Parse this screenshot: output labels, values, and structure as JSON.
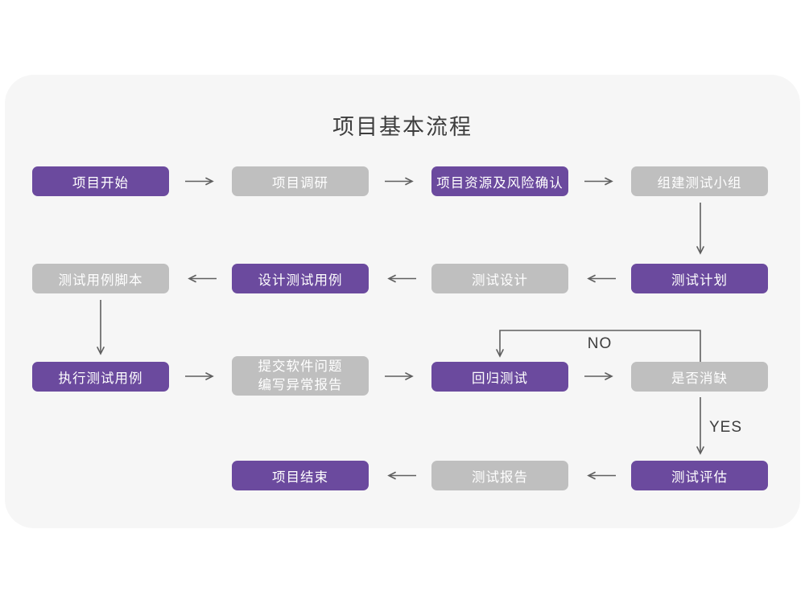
{
  "page": {
    "title": "项目基本流程"
  },
  "colors": {
    "purple": "#6b4a9e",
    "gray": "#bfbfbf",
    "card_bg": "#f6f6f6",
    "page_bg": "#ffffff",
    "arrow": "#5f5f5f",
    "ink": "#3d3d3d",
    "node_text": "#ffffff"
  },
  "diagram": {
    "nodes": [
      {
        "id": "project-start",
        "label": "项目开始",
        "variant": "purple"
      },
      {
        "id": "project-research",
        "label": "项目调研",
        "variant": "gray"
      },
      {
        "id": "resource-risk",
        "label": "项目资源及风险确认",
        "variant": "purple"
      },
      {
        "id": "build-test-team",
        "label": "组建测试小组",
        "variant": "gray"
      },
      {
        "id": "test-plan",
        "label": "测试计划",
        "variant": "purple"
      },
      {
        "id": "test-design",
        "label": "测试设计",
        "variant": "gray"
      },
      {
        "id": "design-test-cases",
        "label": "设计测试用例",
        "variant": "purple"
      },
      {
        "id": "test-case-script",
        "label": "测试用例脚本",
        "variant": "gray"
      },
      {
        "id": "run-test-cases",
        "label": "执行测试用例",
        "variant": "purple"
      },
      {
        "id": "submit-issue-report",
        "label": "提交软件问题\n编写异常报告",
        "variant": "gray"
      },
      {
        "id": "regression-test",
        "label": "回归测试",
        "variant": "purple"
      },
      {
        "id": "defect-cleared",
        "label": "是否消缺",
        "variant": "gray"
      },
      {
        "id": "test-evaluation",
        "label": "测试评估",
        "variant": "purple"
      },
      {
        "id": "test-report",
        "label": "测试报告",
        "variant": "gray"
      },
      {
        "id": "project-end",
        "label": "项目结束",
        "variant": "purple"
      }
    ],
    "edge_labels": {
      "no": "NO",
      "yes": "YES"
    },
    "edges": [
      {
        "from": "project-start",
        "to": "project-research"
      },
      {
        "from": "project-research",
        "to": "resource-risk"
      },
      {
        "from": "resource-risk",
        "to": "build-test-team"
      },
      {
        "from": "build-test-team",
        "to": "test-plan"
      },
      {
        "from": "test-plan",
        "to": "test-design"
      },
      {
        "from": "test-design",
        "to": "design-test-cases"
      },
      {
        "from": "design-test-cases",
        "to": "test-case-script"
      },
      {
        "from": "test-case-script",
        "to": "run-test-cases"
      },
      {
        "from": "run-test-cases",
        "to": "submit-issue-report"
      },
      {
        "from": "submit-issue-report",
        "to": "regression-test"
      },
      {
        "from": "regression-test",
        "to": "defect-cleared"
      },
      {
        "from": "defect-cleared",
        "to": "regression-test",
        "label": "NO"
      },
      {
        "from": "defect-cleared",
        "to": "test-evaluation",
        "label": "YES"
      },
      {
        "from": "test-evaluation",
        "to": "test-report"
      },
      {
        "from": "test-report",
        "to": "project-end"
      }
    ]
  }
}
